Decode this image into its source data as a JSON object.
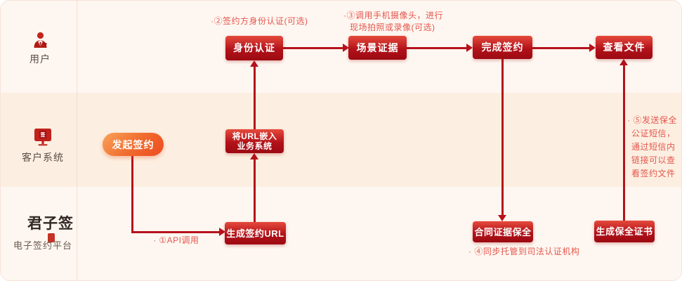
{
  "lanes": {
    "user": {
      "label": "用户"
    },
    "client": {
      "label": "客户系统",
      "icon_glyph": "签"
    },
    "platform": {
      "logo": "君子签",
      "label": "电子签约平台"
    }
  },
  "nodes": {
    "initiate": "发起签约",
    "gen_url": "生成签约URL",
    "embed_line1": "将URL嵌入",
    "embed_line2": "业务系统",
    "identity": "身份认证",
    "scene": "场景证据",
    "complete": "完成签约",
    "view_file": "查看文件",
    "evidence": "合同证据保全",
    "certificate": "生成保全证书"
  },
  "annotations": {
    "a1": "· ①API调用",
    "a2": "·②签约方身份认证(可选)",
    "a3_line1": "·③调用手机摄像头，进行",
    "a3_line2": "现场拍照或录像(可选)",
    "a4": "· ④同步托管到司法认证机构",
    "a5_lines": [
      "· ⑤发送保全",
      "公证短信，",
      "通过短信内",
      "链接可以查",
      "看签约文件"
    ]
  },
  "palette": {
    "lane_light": "#fef7f1",
    "lane_mid": "#fcefe1",
    "box_gradient_top": "#e54a3c",
    "box_gradient_bottom": "#9c0a12",
    "pill_gradient_start": "#f9a258",
    "pill_gradient_end": "#ed4a20",
    "arrow": "#b5121b",
    "annotation_text": "#e4574e",
    "lane_label_text": "#5d4c45"
  }
}
